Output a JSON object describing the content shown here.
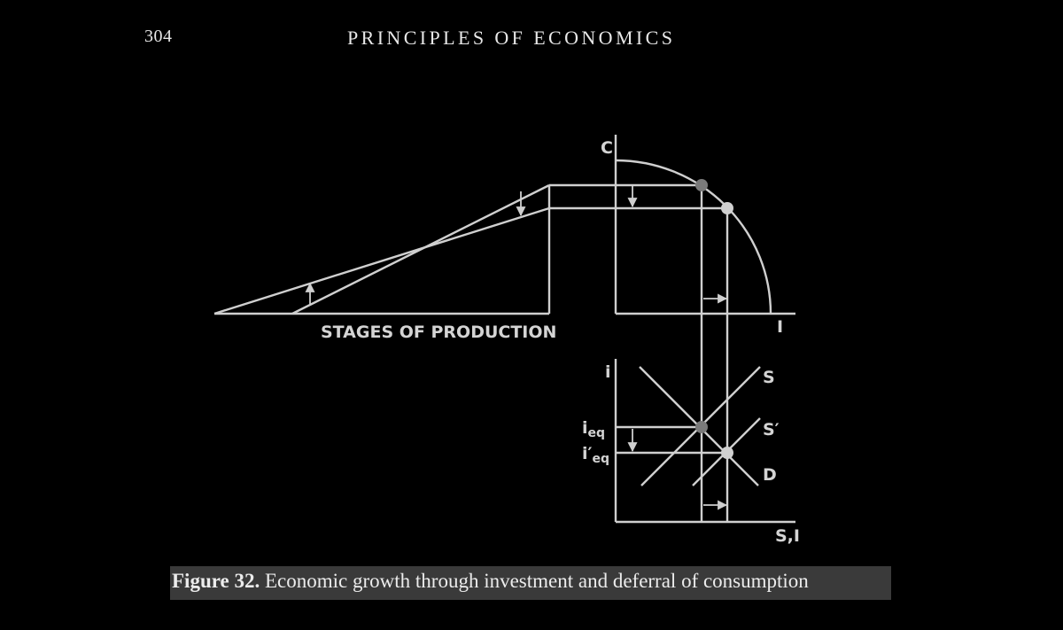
{
  "header": {
    "page_number": "304",
    "running_title": "PRINCIPLES OF ECONOMICS"
  },
  "figure": {
    "labels": {
      "stages_of_production": "STAGES OF PRODUCTION",
      "ppf_y_axis": "C",
      "ppf_x_axis": "I",
      "market_y_axis": "i",
      "market_x_axis": "S,I",
      "supply": "S",
      "supply_shifted": "S′",
      "demand": "D",
      "i_eq_base": "i",
      "i_eq_sub": "eq",
      "i_eq_prime_base": "i′",
      "i_eq_prime_sub": "eq"
    },
    "colors": {
      "line": "#cfcfcf",
      "point_initial": "#7a7a7a",
      "point_new": "#d0d0d0"
    }
  },
  "caption": {
    "figure_number": "Figure 32.",
    "text": " Economic growth through investment and deferral of consumption"
  }
}
